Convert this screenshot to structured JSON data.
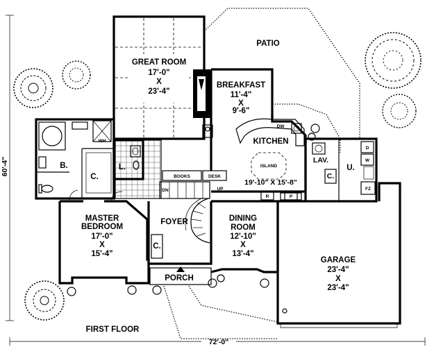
{
  "labels": {
    "patio": "PATIO",
    "great_room": {
      "name": "GREAT ROOM",
      "w": "17'-0\"",
      "x": "X",
      "d": "23'-4\""
    },
    "breakfast": {
      "name": "BREAKFAST",
      "w": "11'-4\"",
      "x": "X",
      "d": "9'-6\""
    },
    "kitchen": {
      "name": "KITCHEN",
      "island": "ISLAND",
      "dims": "19'-10\" X 15'-8\""
    },
    "dw": "DW",
    "r": "R",
    "p": "P",
    "books": "BOOKS",
    "desk": "DESK",
    "dn": "DN",
    "up": "UP",
    "bath": "B.",
    "closet_c": "C.",
    "linen": "L.",
    "wh": "WH",
    "lav": "LAV.",
    "utility": "U.",
    "d": "D",
    "w": "W",
    "fz": "FZ",
    "master": {
      "name1": "MASTER",
      "name2": "BEDROOM",
      "w": "17'-0\"",
      "x": "X",
      "d": "15'-4\""
    },
    "foyer": "FOYER",
    "foyer_closet": "C.",
    "dining": {
      "name1": "DINING",
      "name2": "ROOM",
      "w": "12'-10\"",
      "x": "X",
      "d": "13'-4\""
    },
    "garage": {
      "name": "GARAGE",
      "w": "23'-4\"",
      "x": "X",
      "d": "23'-4\""
    },
    "porch": "PORCH",
    "floor": "FIRST FLOOR",
    "width_dim": "72'-0\"",
    "depth_dim": "60'-4\""
  },
  "colors": {
    "ink": "#000000",
    "paper": "#ffffff",
    "shade": "#555555"
  },
  "icons": [
    "tree-icon",
    "shrub-icon",
    "fireplace-icon",
    "stairs-icon",
    "entry-arrow-icon",
    "bathtub-icon",
    "toilet-icon",
    "sink-icon"
  ]
}
